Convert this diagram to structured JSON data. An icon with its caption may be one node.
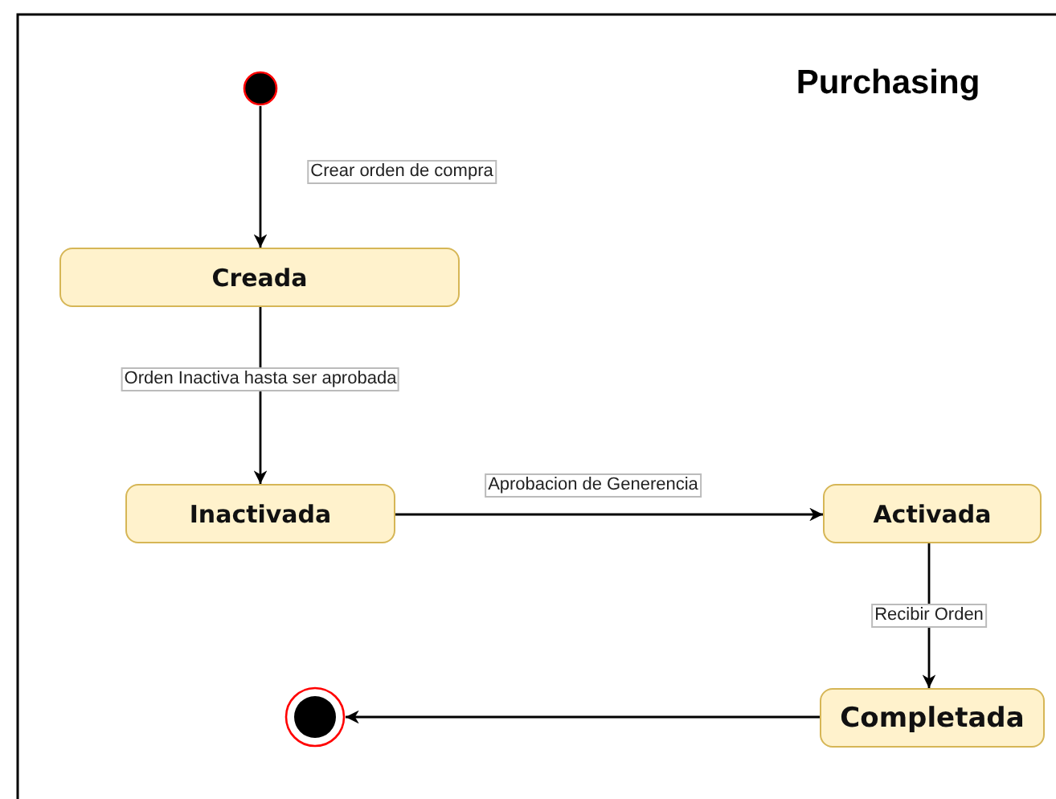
{
  "diagram": {
    "title": "Purchasing",
    "nodes": [
      {
        "text": [],
        "shape": "circle"
      },
      {
        "text": [
          "Creada"
        ]
      },
      {
        "text": [
          "Inactivada"
        ]
      },
      {
        "text": [
          "Activada"
        ]
      },
      {
        "text": [
          "Completada"
        ]
      },
      {
        "text": [],
        "shape": "circle"
      }
    ],
    "edges": [
      {
        "from": 0,
        "to": 1,
        "arrow": "to",
        "label": "Crear orden de compra"
      },
      {
        "from": 1,
        "to": 2,
        "arrow": "to",
        "label": "Orden Inactiva hasta ser aprobada"
      },
      {
        "from": 2,
        "to": 3,
        "arrow": "to",
        "label": "Aprobacion de Generencia"
      },
      {
        "from": 3,
        "to": 4,
        "arrow": "to",
        "label": "Recibir Orden"
      },
      {
        "from": 4,
        "to": 5,
        "arrow": "to"
      }
    ]
  }
}
